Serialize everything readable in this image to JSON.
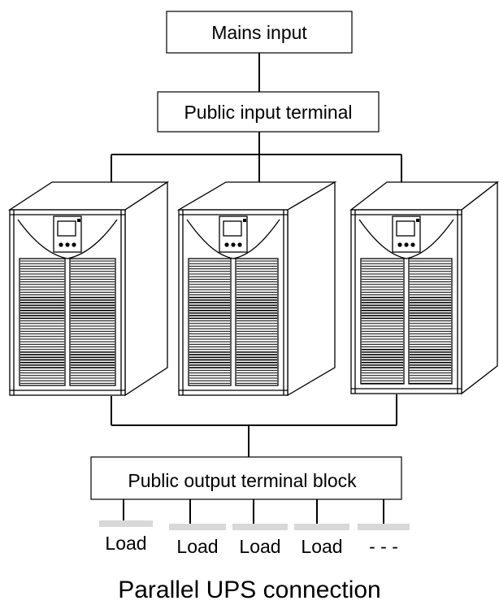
{
  "diagram": {
    "mains_input_label": "Mains input",
    "public_input_label": "Public input terminal",
    "public_output_label": "Public output terminal block",
    "loads": [
      "Load",
      "Load",
      "Load",
      "Load",
      "- - -"
    ],
    "caption": "Parallel UPS connection",
    "colors": {
      "line": "#000000",
      "load_tab": "#d8d8d8",
      "background": "#ffffff"
    },
    "icons": [
      "ups-cabinet-icon",
      "ups-cabinet-icon",
      "ups-cabinet-icon"
    ]
  }
}
